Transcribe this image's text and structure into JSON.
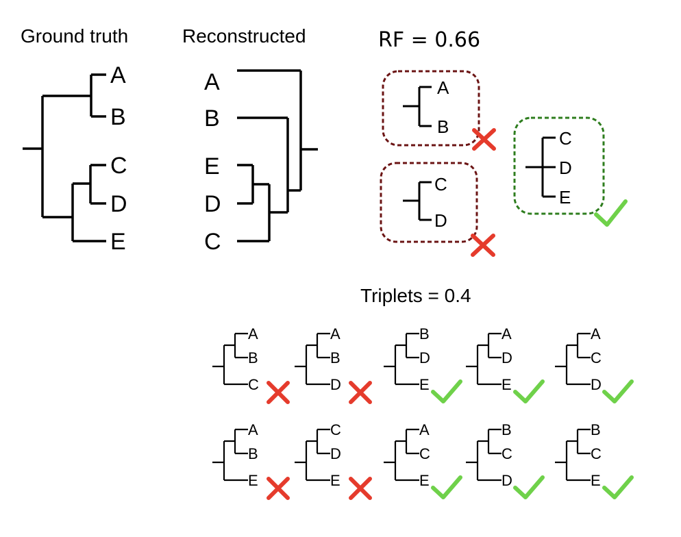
{
  "colors": {
    "bad_box": "#6b1414",
    "good_box": "#2e7d1e",
    "cross": "#e53b2c",
    "check": "#6fd14a"
  },
  "ground_truth": {
    "title": "Ground truth",
    "leaves": [
      "A",
      "B",
      "C",
      "D",
      "E"
    ]
  },
  "reconstructed": {
    "title": "Reconstructed",
    "leaves": [
      "A",
      "B",
      "E",
      "D",
      "C"
    ]
  },
  "rf": {
    "label": "RF = 0.66",
    "clades": [
      {
        "leaves": [
          "A",
          "B"
        ],
        "status": "cross-icon"
      },
      {
        "leaves": [
          "C",
          "D"
        ],
        "status": "cross-icon"
      },
      {
        "leaves": [
          "C",
          "D",
          "E"
        ],
        "status": "check-icon"
      }
    ]
  },
  "triplets": {
    "label": "Triplets = 0.4",
    "items": [
      {
        "leaves": [
          "A",
          "B",
          "C"
        ],
        "status": "cross-icon"
      },
      {
        "leaves": [
          "A",
          "B",
          "D"
        ],
        "status": "cross-icon"
      },
      {
        "leaves": [
          "B",
          "D",
          "E"
        ],
        "status": "check-icon"
      },
      {
        "leaves": [
          "A",
          "D",
          "E"
        ],
        "status": "check-icon"
      },
      {
        "leaves": [
          "A",
          "C",
          "D"
        ],
        "status": "check-icon"
      },
      {
        "leaves": [
          "A",
          "B",
          "E"
        ],
        "status": "cross-icon"
      },
      {
        "leaves": [
          "C",
          "D",
          "E"
        ],
        "status": "cross-icon"
      },
      {
        "leaves": [
          "A",
          "C",
          "E"
        ],
        "status": "check-icon"
      },
      {
        "leaves": [
          "B",
          "C",
          "D"
        ],
        "status": "check-icon"
      },
      {
        "leaves": [
          "B",
          "C",
          "E"
        ],
        "status": "check-icon"
      }
    ]
  }
}
